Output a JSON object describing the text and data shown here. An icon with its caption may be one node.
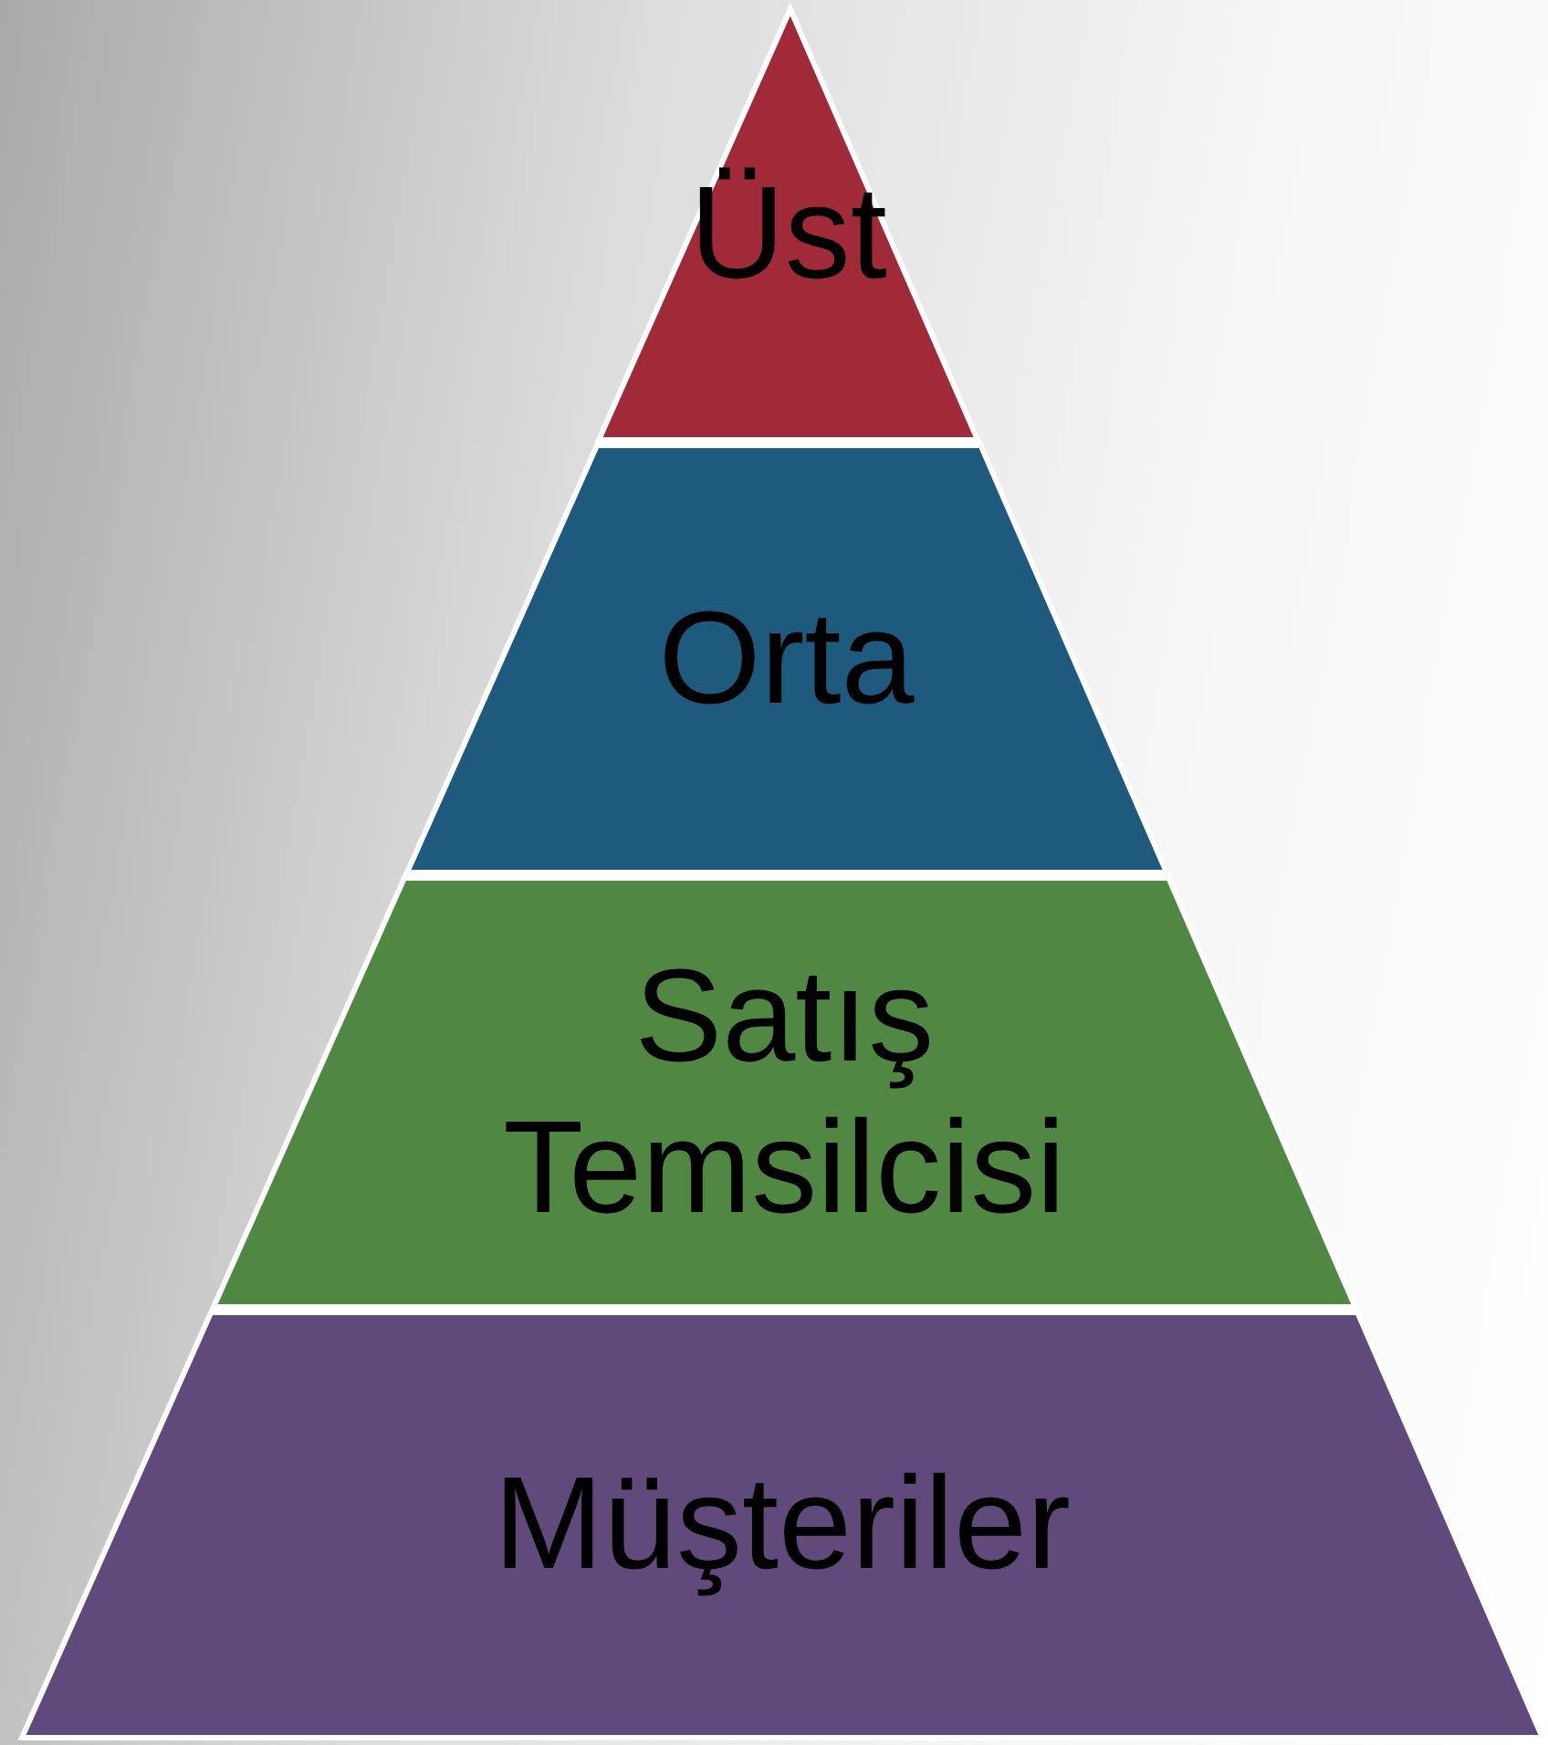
{
  "diagram": {
    "nodes": [
      {
        "text": [
          "Üst"
        ]
      },
      {
        "text": [
          "Orta"
        ]
      },
      {
        "text": [
          "Satış Temsilcisi"
        ]
      },
      {
        "text": [
          "Müşteriler"
        ]
      }
    ]
  }
}
